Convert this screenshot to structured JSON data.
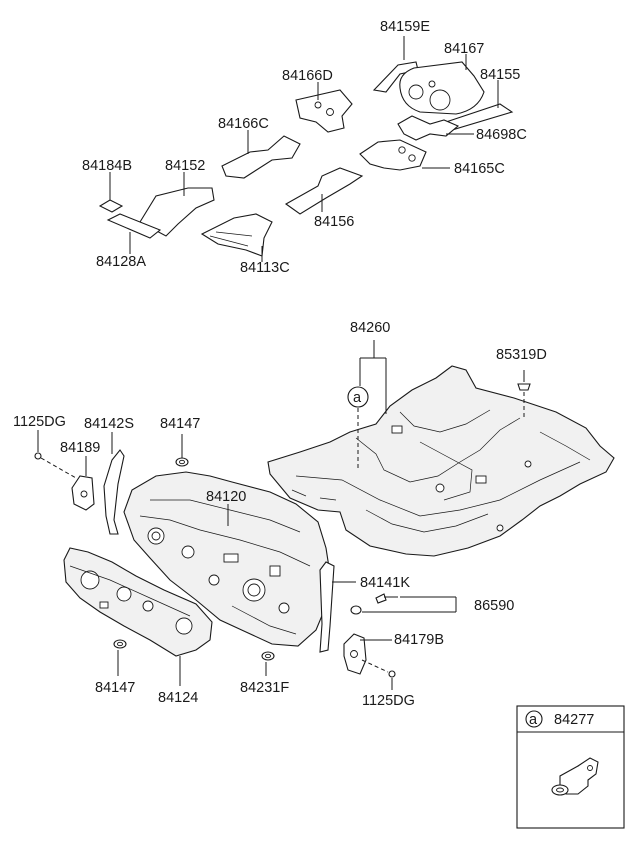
{
  "diagram": {
    "labels": {
      "p84159E": "84159E",
      "p84167": "84167",
      "p84155": "84155",
      "p84166D": "84166D",
      "p84698C": "84698C",
      "p84166C": "84166C",
      "p84165C": "84165C",
      "p84184B": "84184B",
      "p84152": "84152",
      "p84156": "84156",
      "p84128A": "84128A",
      "p84113C": "84113C",
      "p84260": "84260",
      "p85319D": "85319D",
      "p1125DG_top": "1125DG",
      "p84142S": "84142S",
      "p84147_top": "84147",
      "p84189": "84189",
      "p84120": "84120",
      "p84141K": "84141K",
      "p86590": "86590",
      "p84179B": "84179B",
      "p84147_bottom": "84147",
      "p84124": "84124",
      "p84231F": "84231F",
      "p1125DG_bottom": "1125DG"
    },
    "callout_circle": "a",
    "legend_box": {
      "circle": "a",
      "part": "84277"
    }
  }
}
